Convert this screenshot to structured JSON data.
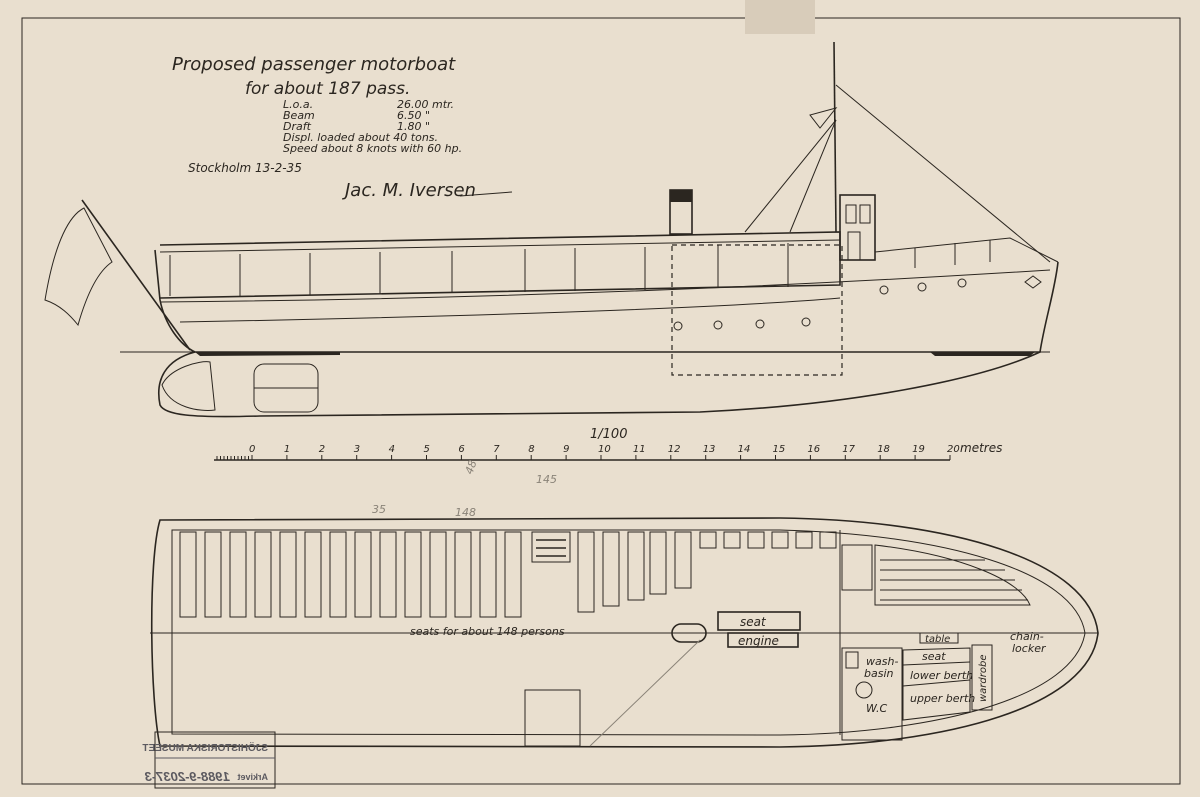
{
  "title": {
    "line1": "Proposed passenger motorboat",
    "line2": "for about 187 pass."
  },
  "specs": [
    {
      "label": "L.o.a.",
      "value": "26.00 mtr."
    },
    {
      "label": "Beam",
      "value": "6.50 \""
    },
    {
      "label": "Draft",
      "value": "1.80 \""
    }
  ],
  "displacement": "Displ. loaded about 40 tons.",
  "speed": "Speed about 8 knots with 60 hp.",
  "place_date": "Stockholm 13-2-35",
  "signature": "Jac. M. Iversen",
  "scale": {
    "ratio": "1/100",
    "ticks": [
      "0",
      "1",
      "2",
      "3",
      "4",
      "5",
      "6",
      "7",
      "8",
      "9",
      "10",
      "11",
      "12",
      "13",
      "14",
      "15",
      "16",
      "17",
      "18",
      "19",
      "20"
    ],
    "unit": "metres"
  },
  "plan_labels": {
    "seats": "seats for about 148 persons",
    "seat": "seat",
    "engine": "engine",
    "table": "table",
    "chain_locker_1": "chain-",
    "chain_locker_2": "locker",
    "wash_1": "wash-",
    "wash_2": "basin",
    "wc": "W.C",
    "seat2": "seat",
    "lower_berth": "lower berth",
    "upper_berth": "upper berth",
    "wardrobe": "wardrobe"
  },
  "pencil_notes": [
    "35",
    "148",
    "145",
    "48"
  ],
  "stamp": {
    "museum": "SJÖHISTORISKA MUSEET",
    "archive_label": "Arkivet",
    "number": "1988-9-2037-3"
  }
}
